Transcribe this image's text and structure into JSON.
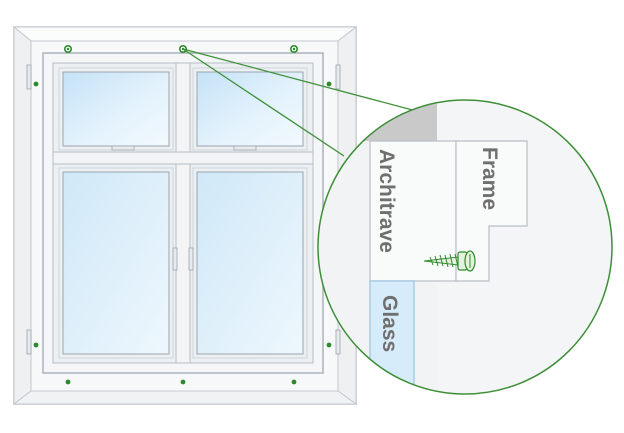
{
  "labels": {
    "frame": "Frame",
    "architrave": "Architrave",
    "glass": "Glass"
  },
  "colors": {
    "frame_white": "#f4f6f8",
    "frame_outline": "#b9c0c7",
    "glass": "#d6ecfa",
    "screw_green": "#2f8a2c",
    "callout_green": "#3d8f37",
    "wall_grey": "#c9c9c9",
    "label_grey": "#6f6f6f"
  },
  "icons": {
    "screw": "screw-icon",
    "screw_head": "screw-head-icon",
    "hinge": "hinge-icon",
    "handle": "handle-icon"
  }
}
